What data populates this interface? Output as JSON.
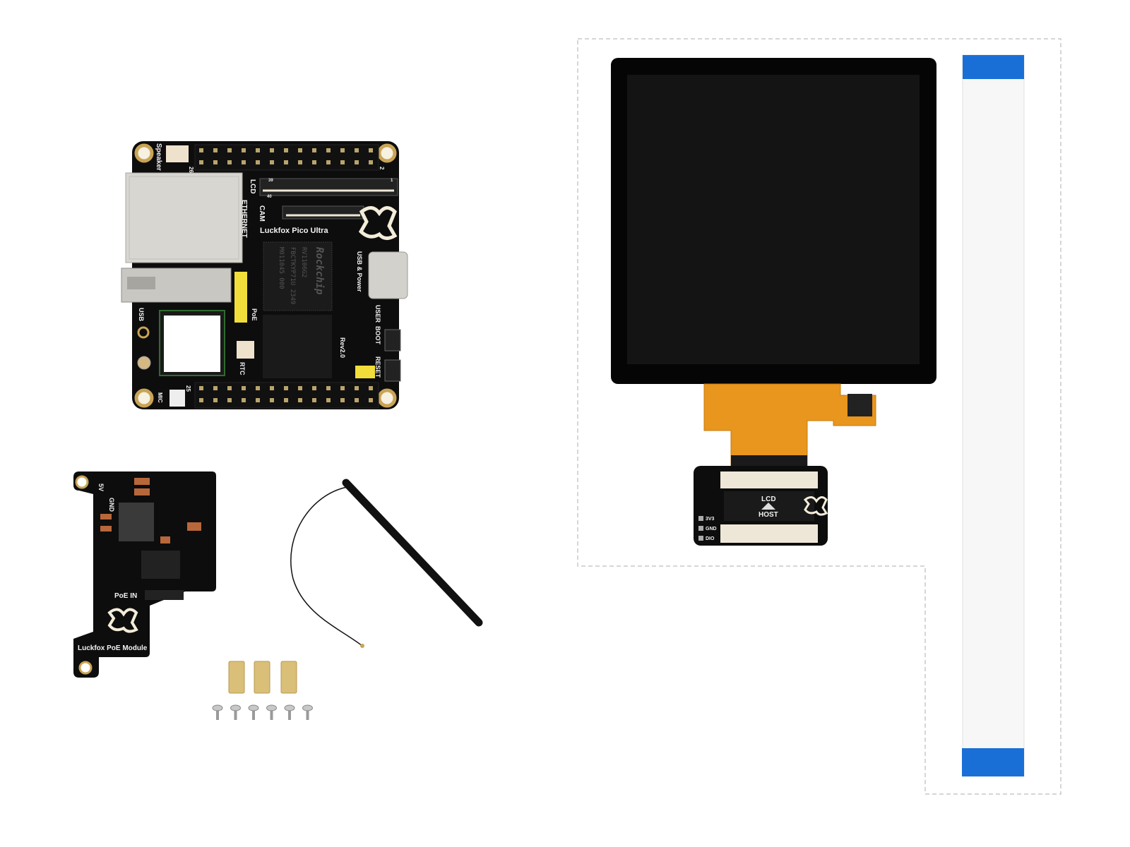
{
  "main_board": {
    "name": "Luckfox Pico Ultra",
    "labels": {
      "speaker": "Speaker",
      "lcd": "LCD",
      "ethernet": "ETHERNET",
      "cam": "CAM",
      "usb_power": "USB & Power",
      "user": "USER",
      "boot": "BOOT",
      "reset": "RESET",
      "poe": "PoE",
      "rtc": "RTC",
      "usb": "USB",
      "mic": "MIC",
      "rev": "Rev2.0",
      "pin26": "26",
      "pin2": "2",
      "pin25": "25",
      "pin1": "1",
      "pin40": "40",
      "pin39": "39"
    },
    "chip": {
      "brand": "Rockchip",
      "line1": "RV1106G2",
      "line2": "FBCTKYP71U 2349",
      "line3": "M011045 000"
    }
  },
  "poe_module": {
    "name": "Luckfox PoE Module",
    "labels": {
      "v5": "5V",
      "gnd": "GND",
      "poe_in": "PoE IN"
    }
  },
  "lcd_adapter": {
    "labels": {
      "lcd": "LCD",
      "host": "HOST",
      "v3": "3V3",
      "gnd": "GND",
      "dio": "DIO"
    }
  },
  "colors": {
    "pcb": "#0d0d0d",
    "fpc": "#e8961e",
    "header_yellow": "#f2de3a",
    "ribbon_blue": "#1a6fd6",
    "standoff_gold": "#d9bf78"
  }
}
